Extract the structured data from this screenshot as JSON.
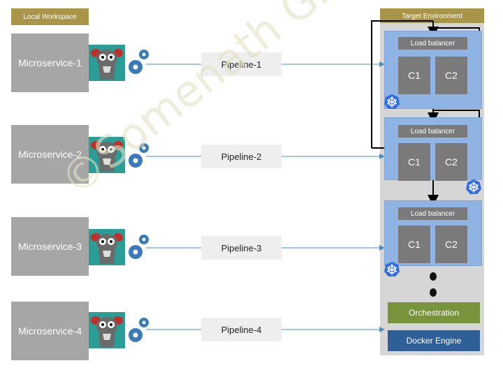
{
  "headers": {
    "local": "Local Workspace",
    "target": "Target Environment"
  },
  "microservices": [
    {
      "label": "Microservice-1"
    },
    {
      "label": "Microservice-2"
    },
    {
      "label": "Microservice-3"
    },
    {
      "label": "Microservice-4"
    }
  ],
  "pipelines": [
    {
      "label": "Pipeline-1"
    },
    {
      "label": "Pipeline-2"
    },
    {
      "label": "Pipeline-3"
    },
    {
      "label": "Pipeline-4"
    }
  ],
  "clusters": [
    {
      "lb": "Load balancer",
      "c1": "C1",
      "c2": "C2"
    },
    {
      "lb": "Load balancer",
      "c1": "C1",
      "c2": "C2"
    },
    {
      "lb": "Load balancer",
      "c1": "C1",
      "c2": "C2"
    }
  ],
  "orchestration": "Orchestration",
  "docker": "Docker Engine",
  "watermark": "©Somenath Ghosh",
  "colors": {
    "header": "#a89548",
    "microservice": "#a6a6a6",
    "cluster": "#8fb4e3",
    "orchestration": "#77933c",
    "docker": "#2f5f98",
    "arrow": "#4a8fc0"
  },
  "icons": [
    "jenkins-butler-icon",
    "gear-icon",
    "kubernetes-helm-icon"
  ]
}
